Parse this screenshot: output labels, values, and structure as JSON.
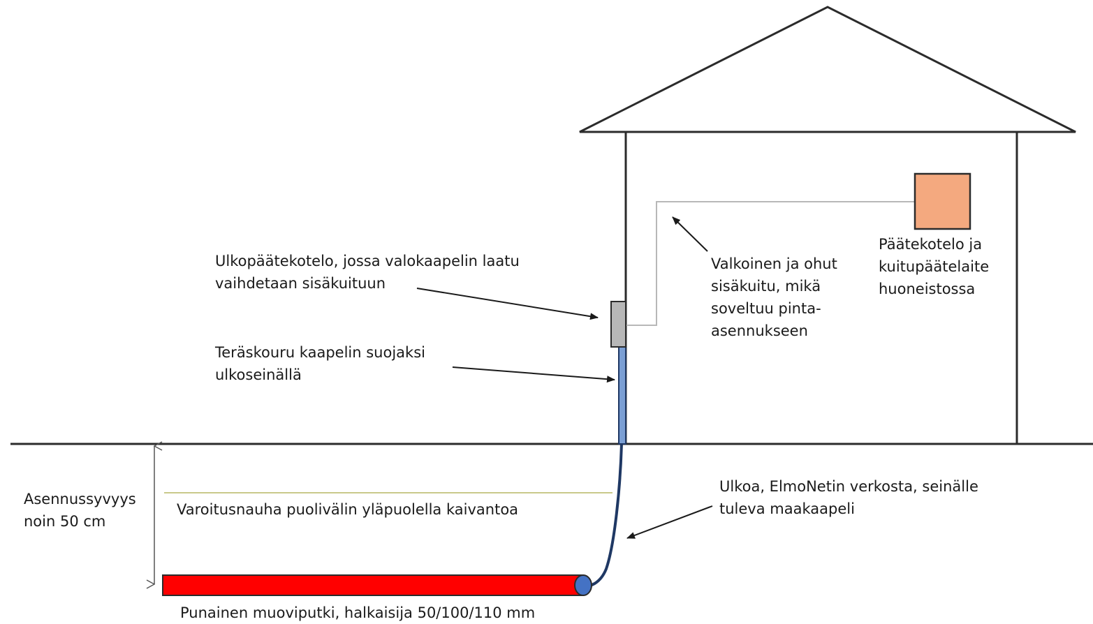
{
  "labels": {
    "outdoor_enclosure": {
      "line1": "Ulkopäätekotelo, jossa valokaapelin laatu",
      "line2": "vaihdetaan sisäkuituun"
    },
    "steel_channel": {
      "line1": "Teräskouru kaapelin suojaksi",
      "line2": "ulkoseinällä"
    },
    "indoor_fiber": {
      "line1": "Valkoinen ja ohut",
      "line2": "sisäkuitu, mikä",
      "line3": "soveltuu pinta-",
      "line4": "asennukseen"
    },
    "terminal_box": {
      "line1": "Päätekotelo ja",
      "line2": "kuitupäätelaite",
      "line3": "huoneistossa"
    },
    "depth": {
      "line1": "Asennussyvyys",
      "line2": "noin 50 cm"
    },
    "warning_tape": "Varoitusnauha puolivälin yläpuolella kaivantoa",
    "ground_cable": {
      "line1": "Ulkoa, ElmoNetin verkosta, seinälle",
      "line2": "tuleva maakaapeli"
    },
    "pipe": "Punainen muoviputki, halkaisija 50/100/110 mm"
  },
  "colors": {
    "terminal_box": "#f4a97f",
    "outdoor_enclosure": "#b7b7b7",
    "steel_channel": "#7b9fd4",
    "pipe": "#ff0000",
    "pipe_end": "#4472c4",
    "ground_cable": "#1f3864",
    "warning_tape": "#c9c98a",
    "indoor_fiber": "#b8b8b8",
    "lines": "#2b2b2b"
  }
}
